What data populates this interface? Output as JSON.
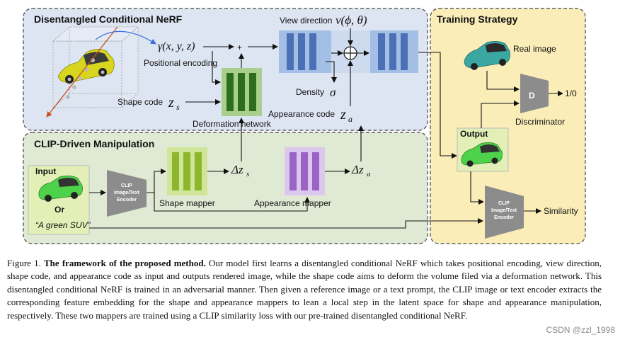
{
  "diagram": {
    "nerf_panel": {
      "title": "Disentangled Conditional NeRF",
      "gamma": "γ(x, y, z)",
      "positional_encoding": "Positional encoding",
      "shape_code": "Shape code",
      "z_s": "z",
      "z_s_sub": "s",
      "deformation_network": "Deformation network",
      "view_direction": "View direction",
      "view_vec": "v(ϕ, θ)",
      "density": "Density",
      "sigma": "σ",
      "appearance_code": "Appearance code",
      "z_a": "z",
      "z_a_sub": "a"
    },
    "clip_panel": {
      "title": "CLIP-Driven Manipulation",
      "input": "Input",
      "or": "Or",
      "prompt": "“A green SUV”",
      "encoder_line1": "CLIP",
      "encoder_line2": "Image/Text",
      "encoder_line3": "Encoder",
      "shape_mapper": "Shape mapper",
      "appearance_mapper": "Appearance  mapper",
      "delta_zs": "Δz",
      "delta_zs_sub": "s",
      "delta_za": "Δz",
      "delta_za_sub": "a"
    },
    "training_panel": {
      "title": "Training Strategy",
      "real_image": "Real image",
      "discriminator_symbol": "D",
      "discriminator_output": "1/0",
      "discriminator": "Discriminator",
      "output": "Output",
      "encoder_line1": "CLIP",
      "encoder_line2": "Image/Text",
      "encoder_line3": "Encoder",
      "similarity": "Similarity"
    },
    "plus_symbol": "+",
    "oplus_symbol": "+"
  },
  "caption": {
    "figure_label": "Figure 1.",
    "bold_title": "The framework of the proposed method.",
    "body": "Our model first learns a disentangled conditional NeRF which takes positional encoding, view direction, shape code, and appearance code as input and outputs rendered image, while the shape code aims to deform the volume filed via a deformation network. This disentangled conditional NeRF is trained in an adversarial manner. Then given a reference image or a text prompt, the CLIP image or text encoder extracts the corresponding feature embedding for the shape and appearance mappers to lean a local step in the latent space for shape and appearance manipulation, respectively. These two mappers are trained using a CLIP similarity loss with our pre-trained disentangled conditional NeRF."
  },
  "watermark": "CSDN @zzl_1998",
  "colors": {
    "nerf_bg": "#dde4f2",
    "clip_bg": "#dfe9d3",
    "training_bg": "#faedb8",
    "nerf_blocks": "#2f56a4",
    "deform_blocks": "#2d6e1d",
    "shape_blocks": "#8cb72d",
    "appearance_blocks": "#9b63c6",
    "encoder_gray": "#8c8c8c",
    "car_green": "#4dd24a",
    "car_yellow": "#d8d51e",
    "car_teal": "#3aa7a2"
  },
  "icons": [
    "yellow-car-image",
    "green-car-image",
    "teal-car-image"
  ]
}
